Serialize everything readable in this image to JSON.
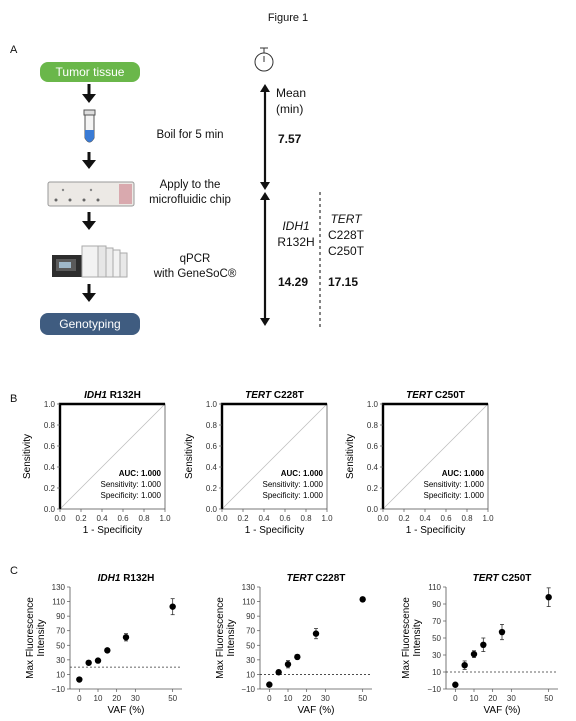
{
  "figure_title": "Figure 1",
  "panels": {
    "a": "A",
    "b": "B",
    "c": "C"
  },
  "workflow": {
    "steps": [
      {
        "label": "Tumor tissue",
        "color": "#6ab74a"
      },
      {
        "label": "Boil for 5 min"
      },
      {
        "label_line1": "Apply to the",
        "label_line2": "microfluidic chip"
      },
      {
        "label_line1": "qPCR",
        "label_line2": "with GeneSoC®"
      },
      {
        "label": "Genotyping",
        "color": "#3f5c80"
      }
    ],
    "timing": {
      "mean_line1": "Mean",
      "mean_line2": "(min)",
      "step1_value": "7.57",
      "idh1_gene": "IDH1",
      "idh1_variant": "R132H",
      "tert_gene": "TERT",
      "tert_v1": "C228T",
      "tert_v2": "C250T",
      "idh1_time": "14.29",
      "tert_time": "17.15"
    }
  },
  "chart_data": [
    {
      "type": "line",
      "panel": "B",
      "title_gene": "IDH1",
      "title_variant": "R132H",
      "xlabel": "1 - Specificity",
      "ylabel": "Sensitivity",
      "xlim": [
        0,
        1
      ],
      "ylim": [
        0,
        1
      ],
      "ticks": [
        "0.0",
        "0.2",
        "0.4",
        "0.6",
        "0.8",
        "1.0"
      ],
      "roc_x": [
        0,
        0,
        1
      ],
      "roc_y": [
        0,
        1,
        1
      ],
      "auc_text": "AUC: 1.000",
      "sensitivity_text": "Sensitivity: 1.000",
      "specificity_text": "Specificity: 1.000"
    },
    {
      "type": "line",
      "panel": "B",
      "title_gene": "TERT",
      "title_variant": "C228T",
      "xlabel": "1 - Specificity",
      "ylabel": "Sensitivity",
      "xlim": [
        0,
        1
      ],
      "ylim": [
        0,
        1
      ],
      "ticks": [
        "0.0",
        "0.2",
        "0.4",
        "0.6",
        "0.8",
        "1.0"
      ],
      "roc_x": [
        0,
        0,
        1
      ],
      "roc_y": [
        0,
        1,
        1
      ],
      "auc_text": "AUC: 1.000",
      "sensitivity_text": "Sensitivity: 1.000",
      "specificity_text": "Specificity: 1.000"
    },
    {
      "type": "line",
      "panel": "B",
      "title_gene": "TERT",
      "title_variant": "C250T",
      "xlabel": "1 - Specificity",
      "ylabel": "Sensitivity",
      "xlim": [
        0,
        1
      ],
      "ylim": [
        0,
        1
      ],
      "ticks": [
        "0.0",
        "0.2",
        "0.4",
        "0.6",
        "0.8",
        "1.0"
      ],
      "roc_x": [
        0,
        0,
        1
      ],
      "roc_y": [
        0,
        1,
        1
      ],
      "auc_text": "AUC: 1.000",
      "sensitivity_text": "Sensitivity: 1.000",
      "specificity_text": "Specificity: 1.000"
    },
    {
      "type": "scatter",
      "panel": "C",
      "title_gene": "IDH1",
      "title_variant": "R132H",
      "xlabel": "VAF (%)",
      "ylabel": "Max Fluorescence Intensity",
      "xlim": [
        -5,
        55
      ],
      "ylim": [
        -10,
        130
      ],
      "xticks": [
        0,
        10,
        20,
        30,
        50
      ],
      "xtick_labels": [
        "0",
        "10",
        "20",
        "30",
        "50"
      ],
      "yticks": [
        -10,
        10,
        30,
        50,
        70,
        90,
        110,
        130
      ],
      "ytick_labels": [
        "−10",
        "10",
        "30",
        "50",
        "70",
        "90",
        "110",
        "130"
      ],
      "x": [
        0,
        5,
        10,
        15,
        25,
        50
      ],
      "y": [
        3,
        26,
        29,
        43,
        61,
        103
      ],
      "err": [
        2,
        3,
        3,
        2,
        5,
        11
      ],
      "threshold": 20
    },
    {
      "type": "scatter",
      "panel": "C",
      "title_gene": "TERT",
      "title_variant": "C228T",
      "xlabel": "VAF (%)",
      "ylabel": "Max Fluorescence Intensity",
      "xlim": [
        -5,
        55
      ],
      "ylim": [
        -10,
        130
      ],
      "xticks": [
        0,
        10,
        20,
        30,
        50
      ],
      "xtick_labels": [
        "0",
        "10",
        "20",
        "30",
        "50"
      ],
      "yticks": [
        -10,
        10,
        30,
        50,
        70,
        90,
        110,
        130
      ],
      "ytick_labels": [
        "−10",
        "10",
        "30",
        "50",
        "70",
        "90",
        "110",
        "130"
      ],
      "x": [
        0,
        5,
        10,
        15,
        25,
        50
      ],
      "y": [
        -4,
        13,
        24,
        34,
        66,
        113
      ],
      "err": [
        2,
        3,
        5,
        3,
        7,
        3
      ],
      "threshold": 10
    },
    {
      "type": "scatter",
      "panel": "C",
      "title_gene": "TERT",
      "title_variant": "C250T",
      "xlabel": "VAF (%)",
      "ylabel": "Max Fluorescence Intensity",
      "xlim": [
        -5,
        55
      ],
      "ylim": [
        -10,
        110
      ],
      "xticks": [
        0,
        10,
        20,
        30,
        50
      ],
      "xtick_labels": [
        "0",
        "10",
        "20",
        "30",
        "50"
      ],
      "yticks": [
        -10,
        10,
        30,
        50,
        70,
        90,
        110
      ],
      "ytick_labels": [
        "−10",
        "10",
        "30",
        "50",
        "70",
        "90",
        "110"
      ],
      "x": [
        0,
        5,
        10,
        15,
        25,
        50
      ],
      "y": [
        -5,
        18,
        31,
        42,
        57,
        98
      ],
      "err": [
        2,
        5,
        4,
        8,
        9,
        11
      ],
      "threshold": 10
    }
  ]
}
